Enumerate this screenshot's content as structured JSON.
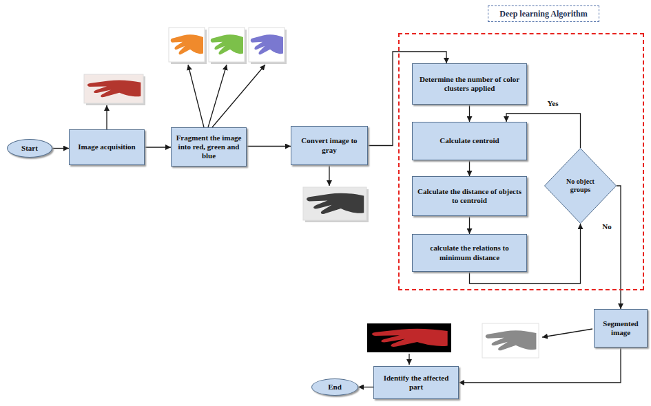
{
  "diagram": {
    "nodes": [
      {
        "text": [
          "Start"
        ]
      },
      {
        "text": [
          "Image acquisition"
        ]
      },
      {
        "text": [
          "Fragment the image into red, green and blue"
        ]
      },
      {
        "text": [
          "Convert image to gray"
        ]
      },
      {
        "text": [
          "Deep learning Algorithm"
        ]
      },
      {
        "text": [
          "Determine the number of color clusters applied"
        ],
        "in": 4
      },
      {
        "text": [
          "Calculate centroid"
        ],
        "in": 4
      },
      {
        "text": [
          "Calculate the distance of objects to centroid"
        ],
        "in": 4
      },
      {
        "text": [
          "calculate the relations to minimum distance"
        ],
        "in": 4
      },
      {
        "text": [
          "No object groups"
        ],
        "in": 4
      },
      {
        "text": [
          "Segmented image"
        ]
      },
      {
        "text": [
          "Identify the affected part"
        ]
      },
      {
        "text": [
          "End"
        ]
      }
    ],
    "edges": [
      {
        "from": 0,
        "to": 1,
        "arrow": "to"
      },
      {
        "from": 1,
        "to": 2,
        "arrow": "to"
      },
      {
        "from": 2,
        "to": 3,
        "arrow": "to"
      },
      {
        "from": 3,
        "to": 5,
        "arrow": "to"
      },
      {
        "from": 5,
        "to": 6,
        "arrow": "to"
      },
      {
        "from": 6,
        "to": 7,
        "arrow": "to"
      },
      {
        "from": 7,
        "to": 8,
        "arrow": "to"
      },
      {
        "from": 8,
        "to": 9,
        "arrow": "to"
      },
      {
        "from": 9,
        "to": 6,
        "label": "Yes",
        "arrow": "to"
      },
      {
        "from": 9,
        "to": 10,
        "label": "No",
        "arrow": "to"
      },
      {
        "from": 10,
        "to": 11,
        "arrow": "to"
      },
      {
        "from": 11,
        "to": 12,
        "arrow": "to"
      }
    ]
  }
}
